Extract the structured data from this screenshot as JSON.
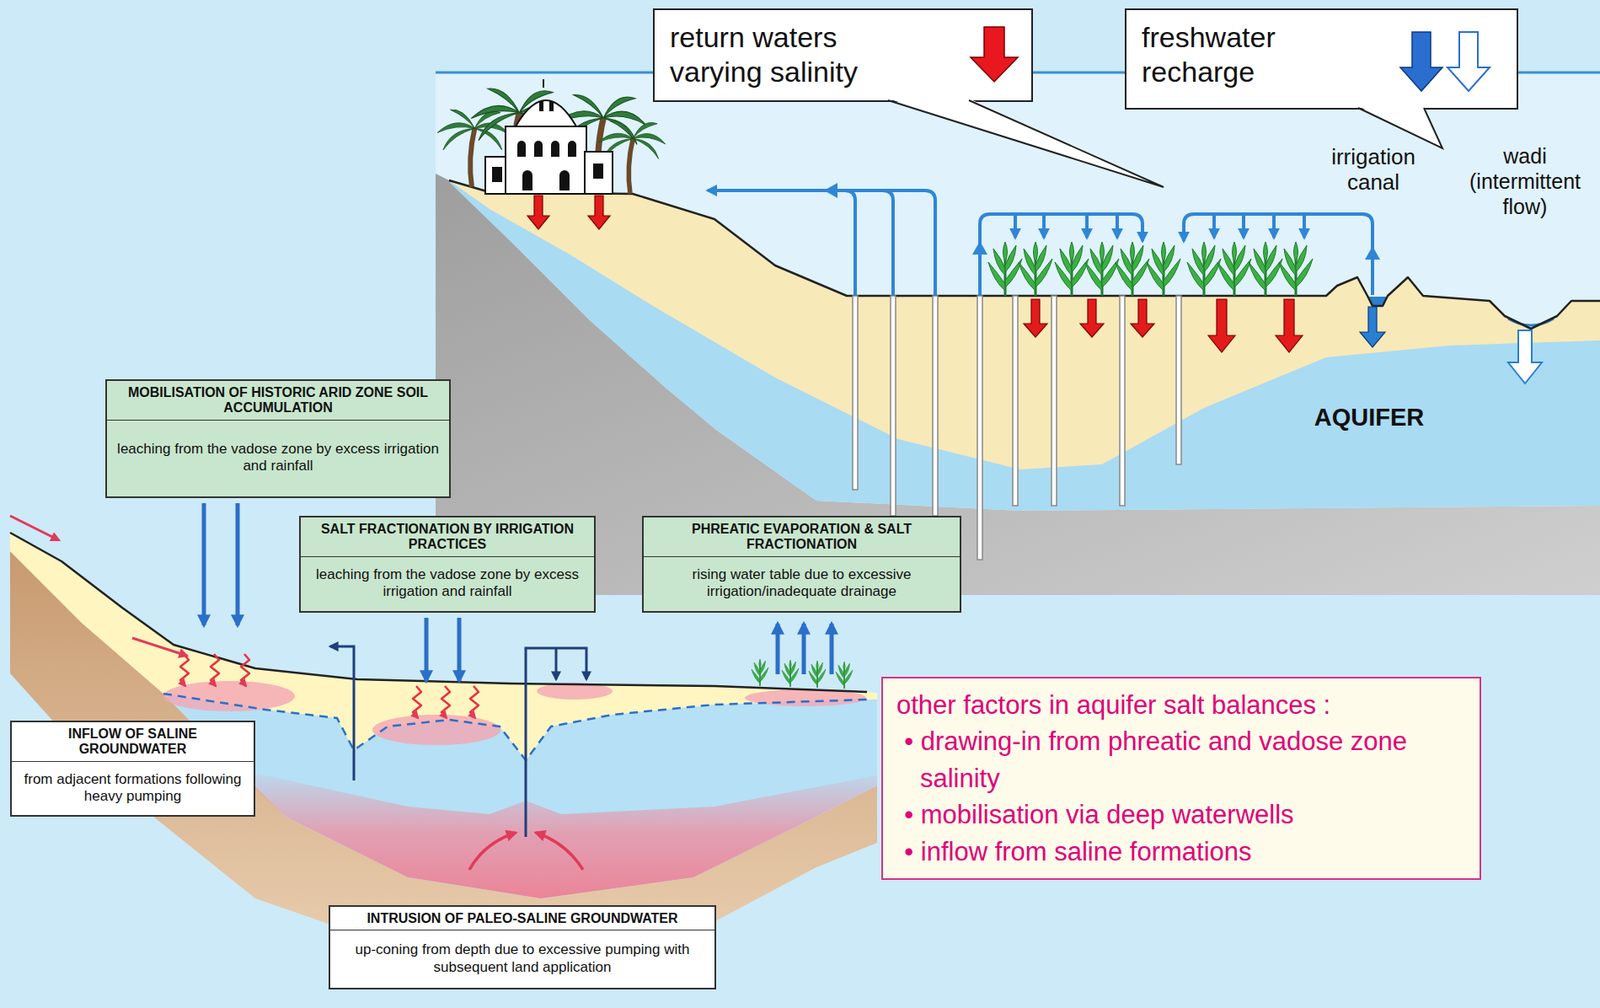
{
  "diagram": {
    "nodes": [
      {
        "text": [
          "return waters varying salinity"
        ]
      },
      {
        "text": [
          "freshwater recharge"
        ]
      },
      {
        "text": [
          "MOBILISATION OF HISTORIC ARID ZONE SOIL ACCUMULATION",
          "leaching from the vadose zone by excess irrigation and rainfall"
        ]
      },
      {
        "text": [
          "SALT FRACTIONATION BY IRRIGATION PRACTICES",
          "leaching from the vadose zone by excess irrigation and rainfall"
        ]
      },
      {
        "text": [
          "PHREATIC EVAPORATION & SALT FRACTIONATION",
          "rising water table due to excessive irrigation/inadequate drainage"
        ]
      },
      {
        "text": [
          "INFLOW OF SALINE GROUNDWATER",
          "from adjacent formations following heavy pumping"
        ]
      },
      {
        "text": [
          "other factors in aquifer salt balances :",
          "• drawing-in from phreatic and vadose zone salinity",
          "• mobilisation via deep waterwells",
          "• inflow from saline formations"
        ]
      },
      {
        "text": [
          "INTRUSION OF PALEO-SALINE GROUNDWATER",
          "up-coning from depth due to excessive pumping with subsequent land application"
        ]
      }
    ],
    "labels": [
      "irrigation canal",
      "wadi (intermittent flow)",
      "AQUIFER"
    ]
  }
}
